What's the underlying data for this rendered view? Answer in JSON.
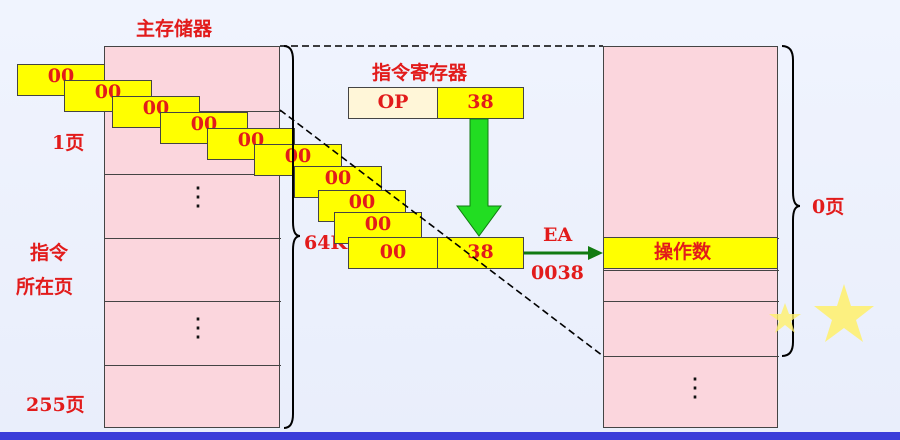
{
  "memory": {
    "title": "主存储器",
    "page1_label": "1页",
    "instruction_page_line1": "指令",
    "instruction_page_line2": "所在页",
    "page255_label": "255页",
    "size_label": "64K",
    "stair_value": "00",
    "ellipsis": "⋮"
  },
  "instruction_register": {
    "title": "指令寄存器",
    "op_label": "OP",
    "addr_value": "38"
  },
  "address_bus": {
    "high": "00",
    "low": "38"
  },
  "ea": {
    "label": "EA",
    "value": "0038"
  },
  "page0": {
    "operand_label": "操作数",
    "page_label": "0页",
    "ellipsis": "⋮"
  },
  "colors": {
    "memory_fill": "#fbd6dd",
    "cell_fill": "#ffff00",
    "text_red": "#e21b1b",
    "arrow_green": "#22dd22",
    "ea_arrow": "#117a11",
    "bottom_bar": "#3a3dd9"
  }
}
